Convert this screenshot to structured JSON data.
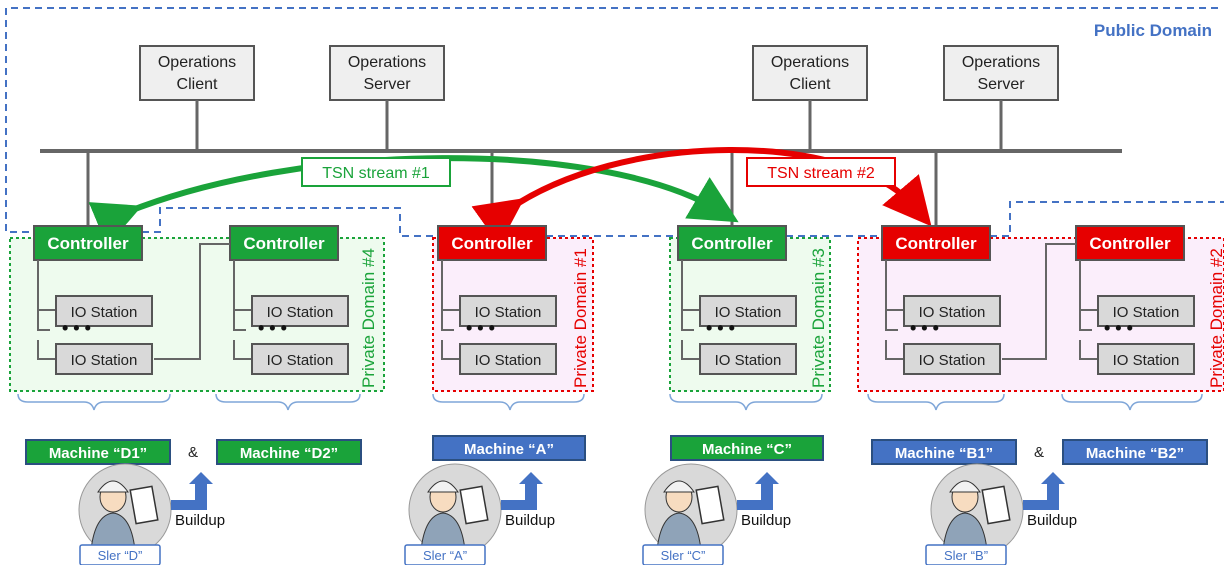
{
  "public_domain": {
    "title": "Public Domain"
  },
  "operations": [
    {
      "line1": "Operations",
      "line2": "Client"
    },
    {
      "line1": "Operations",
      "line2": "Server"
    },
    {
      "line1": "Operations",
      "line2": "Client"
    },
    {
      "line1": "Operations",
      "line2": "Server"
    }
  ],
  "streams": [
    {
      "label": "TSN stream #1",
      "color": "#1aa33a"
    },
    {
      "label": "TSN stream #2",
      "color": "#e60000"
    }
  ],
  "controller_label": "Controller",
  "io_station_label": "IO Station",
  "ellipsis": "• • •",
  "private_domains": [
    "Private Domain #4",
    "Private Domain #1",
    "Private Domain #3",
    "Private Domain #2"
  ],
  "machines": [
    "Machine “D1”",
    "Machine “D2”",
    "Machine “A”",
    "Machine “C”",
    "Machine “B1”",
    "Machine “B2”"
  ],
  "ampersand": "&",
  "buildup_label": "Buildup",
  "slers": [
    "Sler “D”",
    "Sler “A”",
    "Sler “C”",
    "Sler “B”"
  ],
  "colors": {
    "green": "#1aa33a",
    "red": "#e60000",
    "blue": "#4472c4",
    "gray_box": "#d9d9d9"
  }
}
